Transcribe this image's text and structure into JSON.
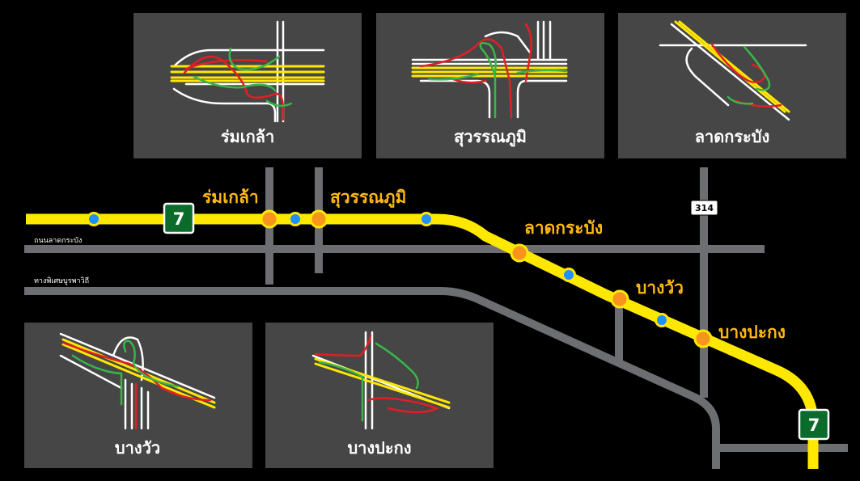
{
  "highway": {
    "number": "7",
    "color": "#FFE800",
    "interchange_color": "#F7941D",
    "station_color": "#1E90FF"
  },
  "roads": {
    "road_1_label": "ถนนลาดกระบัง",
    "road_2_label": "ทางพิเศษบูรพาวิถี",
    "route_badge": "314"
  },
  "interchanges": [
    {
      "id": "romklao",
      "label": "ร่มเกล้า"
    },
    {
      "id": "suvarnabhumi",
      "label": "สุวรรณภูมิ"
    },
    {
      "id": "latkrabang",
      "label": "ลาดกระบัง"
    },
    {
      "id": "bangwua",
      "label": "บางวัว"
    },
    {
      "id": "bangpakong",
      "label": "บางปะกง"
    }
  ],
  "panels": {
    "romklao": "ร่มเกล้า",
    "suvarnabhumi": "สุวรรณภูมิ",
    "latkrabang": "ลาดกระบัง",
    "bangwua": "บางวัว",
    "bangpakong": "บางปะกง"
  },
  "colors": {
    "panel_bg": "#464646",
    "road_gray": "#6D6E71",
    "ramp_red": "#E31E24",
    "ramp_green": "#39B54A",
    "ramp_white": "#FFFFFF",
    "shield_green": "#0B6B2B"
  }
}
